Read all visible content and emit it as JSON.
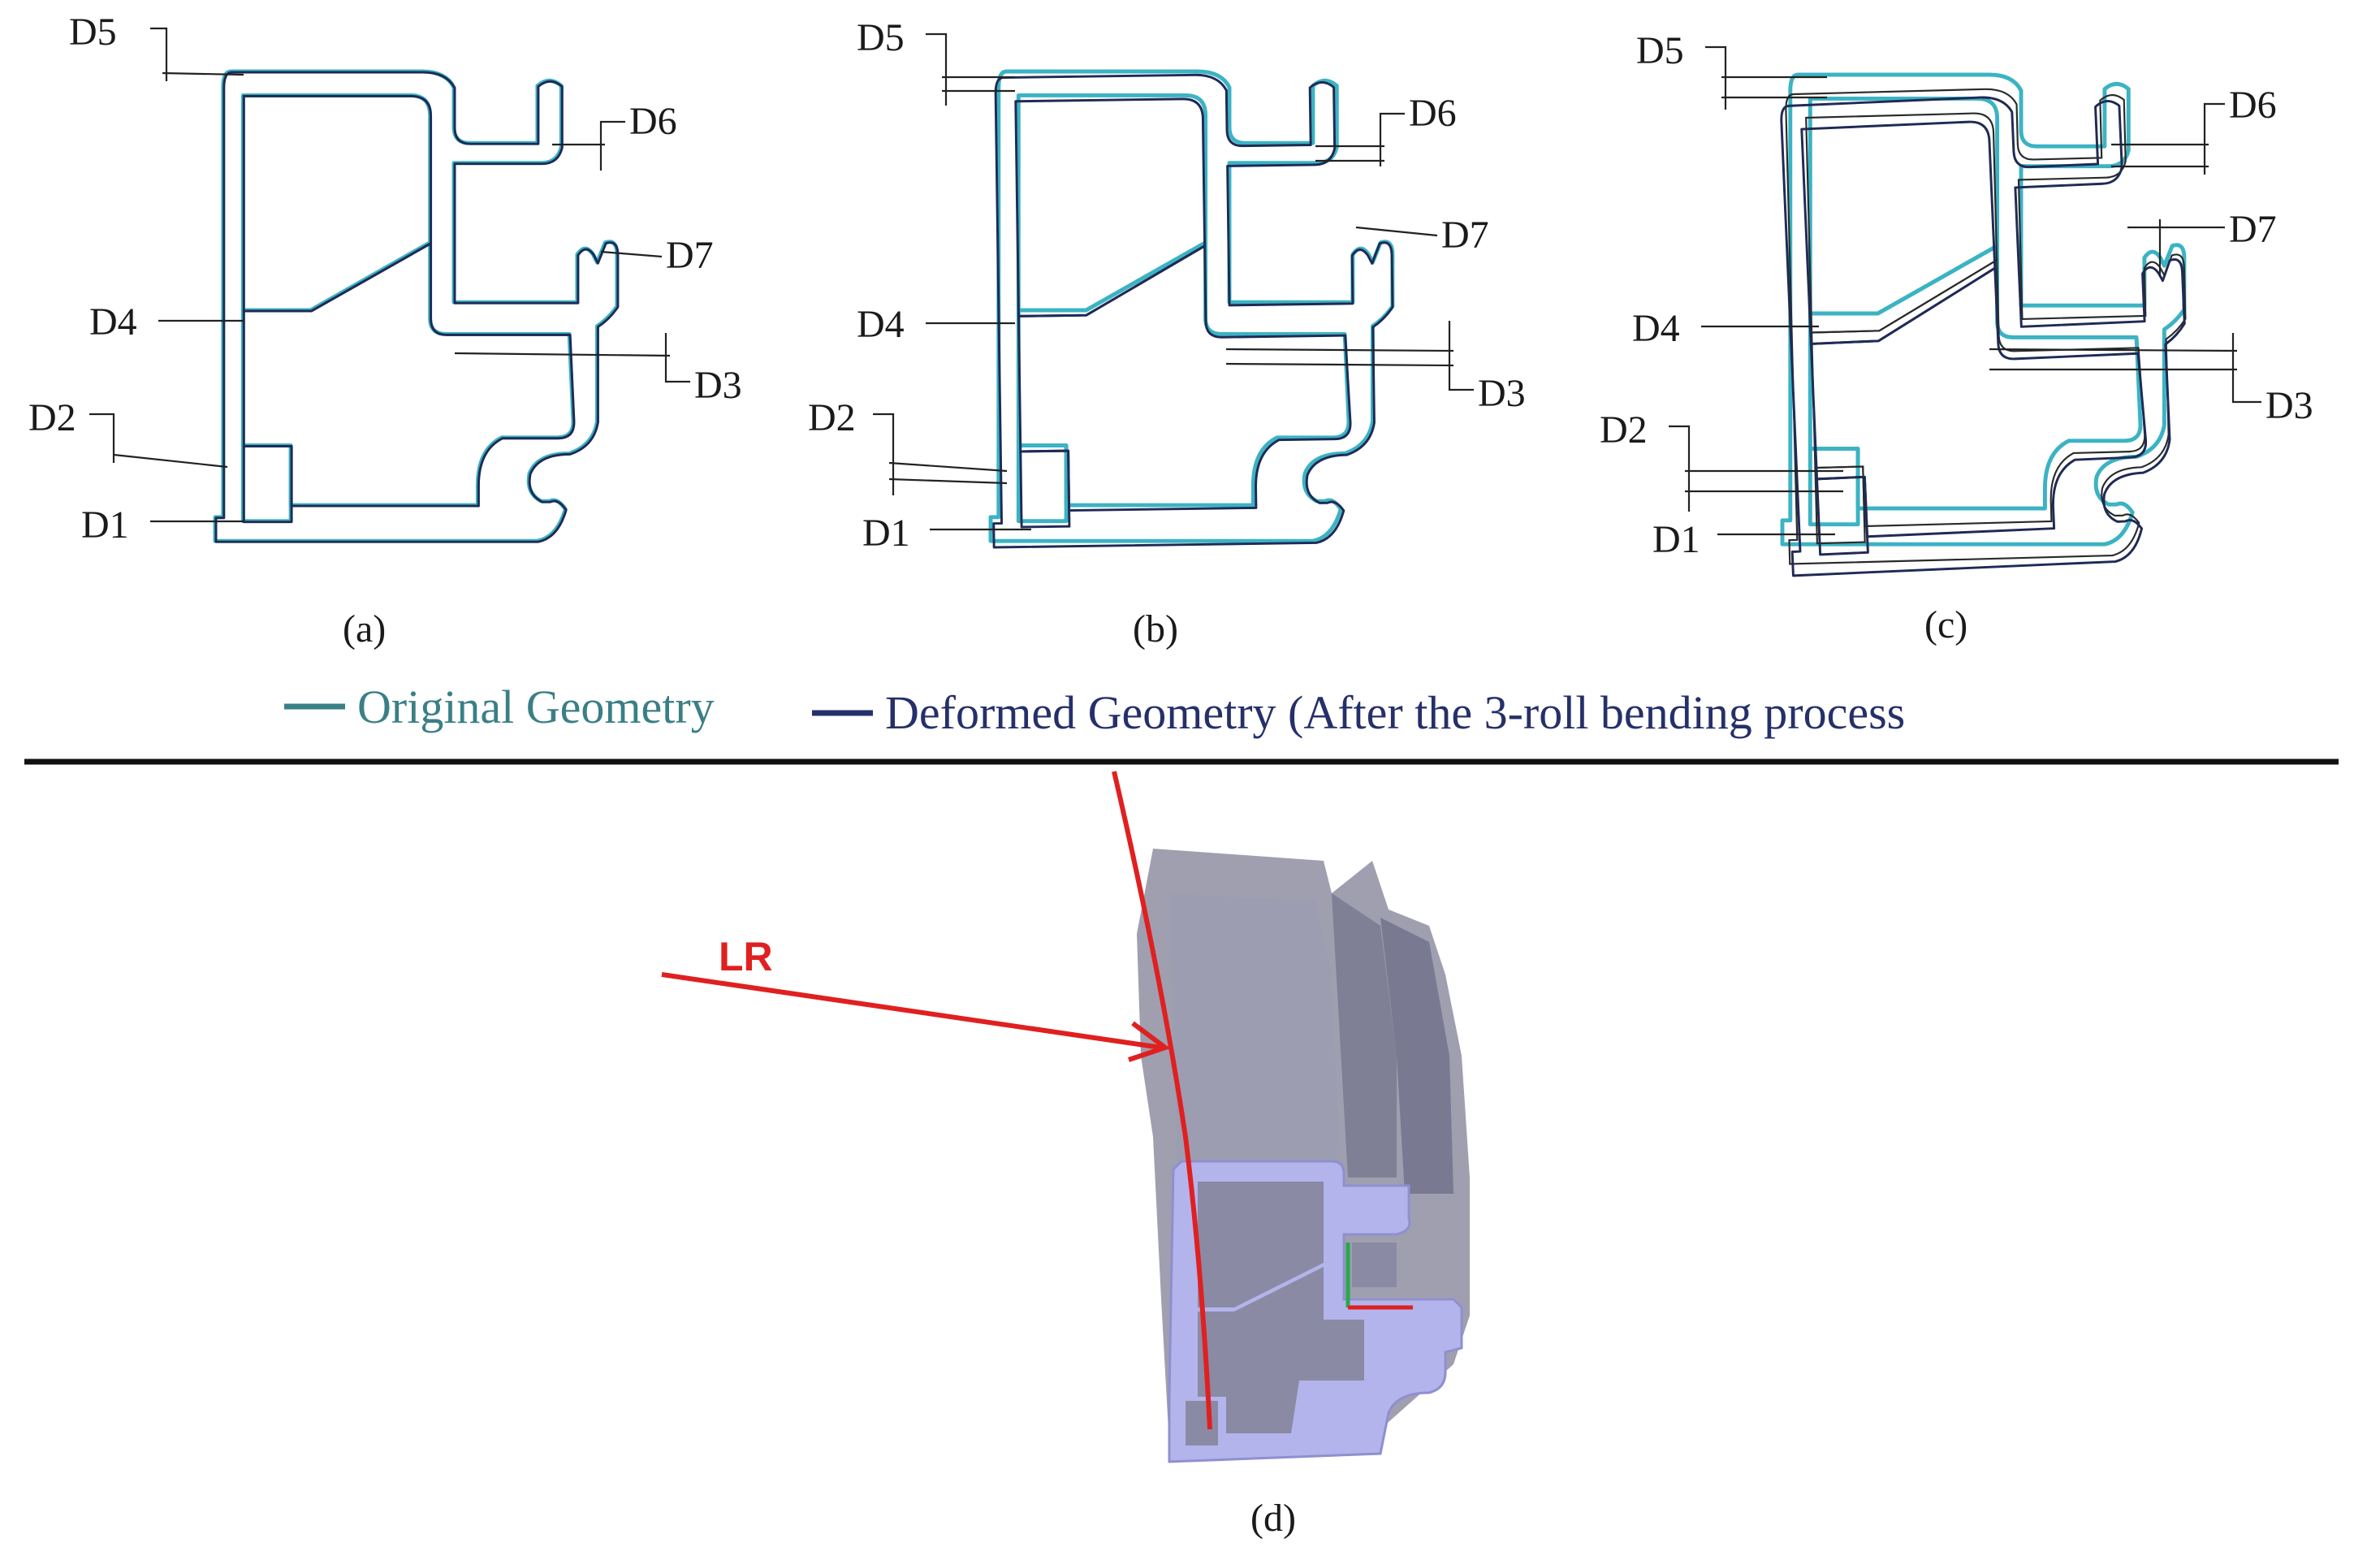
{
  "panels": [
    {
      "caption": "(a)",
      "labels": {
        "D1": "D1",
        "D2": "D2",
        "D3": "D3",
        "D4": "D4",
        "D5": "D5",
        "D6": "D6",
        "D7": "D7"
      }
    },
    {
      "caption": "(b)",
      "labels": {
        "D1": "D1",
        "D2": "D2",
        "D3": "D3",
        "D4": "D4",
        "D5": "D5",
        "D6": "D6",
        "D7": "D7"
      }
    },
    {
      "caption": "(c)",
      "labels": {
        "D1": "D1",
        "D2": "D2",
        "D3": "D3",
        "D4": "D4",
        "D5": "D5",
        "D6": "D6",
        "D7": "D7"
      }
    }
  ],
  "legend": {
    "original": {
      "label": "Original Geometry",
      "color": "#3a7f86"
    },
    "deformed": {
      "label": "Deformed Geometry (After the 3-roll bending process",
      "color": "#25306a"
    }
  },
  "panel_d": {
    "caption": "(d)",
    "lr_label": "LR"
  },
  "colors": {
    "original": "#3bb3c4",
    "deformed": "#1f2a55",
    "lr_line": "#e02020",
    "profile_3d": "#a9a9d9"
  }
}
